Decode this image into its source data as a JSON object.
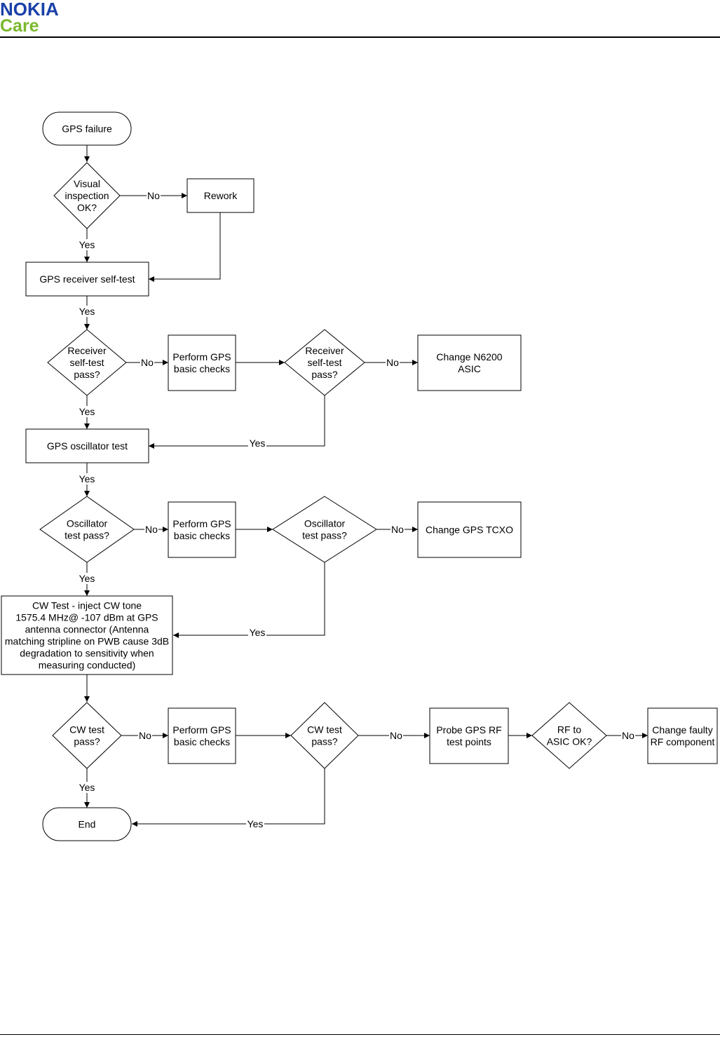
{
  "header": {
    "brand_line1": "NOKIA",
    "brand_line2": "Care",
    "brand_colors": {
      "nokia": "#1a41a8",
      "care": "#7ab82e"
    }
  },
  "flowchart": {
    "nodes": {
      "gps_failure": [
        "GPS failure"
      ],
      "visual_inspection": [
        "Visual",
        "inspection",
        "OK?"
      ],
      "rework": [
        "Rework"
      ],
      "receiver_self_test": [
        "GPS receiver self-test"
      ],
      "receiver_pass_1": [
        "Receiver",
        "self-test",
        "pass?"
      ],
      "basic_checks_1": [
        "Perform GPS",
        "basic checks"
      ],
      "receiver_pass_2": [
        "Receiver",
        "self-test",
        "pass?"
      ],
      "change_n6200": [
        "Change N6200",
        "ASIC"
      ],
      "oscillator_test": [
        "GPS oscillator test"
      ],
      "oscillator_pass_1": [
        "Oscillator",
        "test pass?"
      ],
      "basic_checks_2": [
        "Perform GPS",
        "basic checks"
      ],
      "oscillator_pass_2": [
        "Oscillator",
        "test pass?"
      ],
      "change_tcxo": [
        "Change GPS TCXO"
      ],
      "cw_test": [
        "CW Test - inject CW tone",
        "1575.4 MHz@ -107 dBm at GPS",
        "antenna connector (Antenna",
        "matching stripline on PWB cause 3dB",
        "degradation to sensitivity when",
        "measuring conducted)"
      ],
      "cw_pass_1": [
        "CW test",
        "pass?"
      ],
      "basic_checks_3": [
        "Perform GPS",
        "basic checks"
      ],
      "cw_pass_2": [
        "CW test",
        "pass?"
      ],
      "probe_rf": [
        "Probe GPS RF",
        "test points"
      ],
      "rf_asic_ok": [
        "RF to",
        "ASIC OK?"
      ],
      "change_rf": [
        "Change faulty",
        "RF component"
      ],
      "end": [
        "End"
      ]
    },
    "edge_labels": {
      "yes": "Yes",
      "no": "No"
    }
  }
}
